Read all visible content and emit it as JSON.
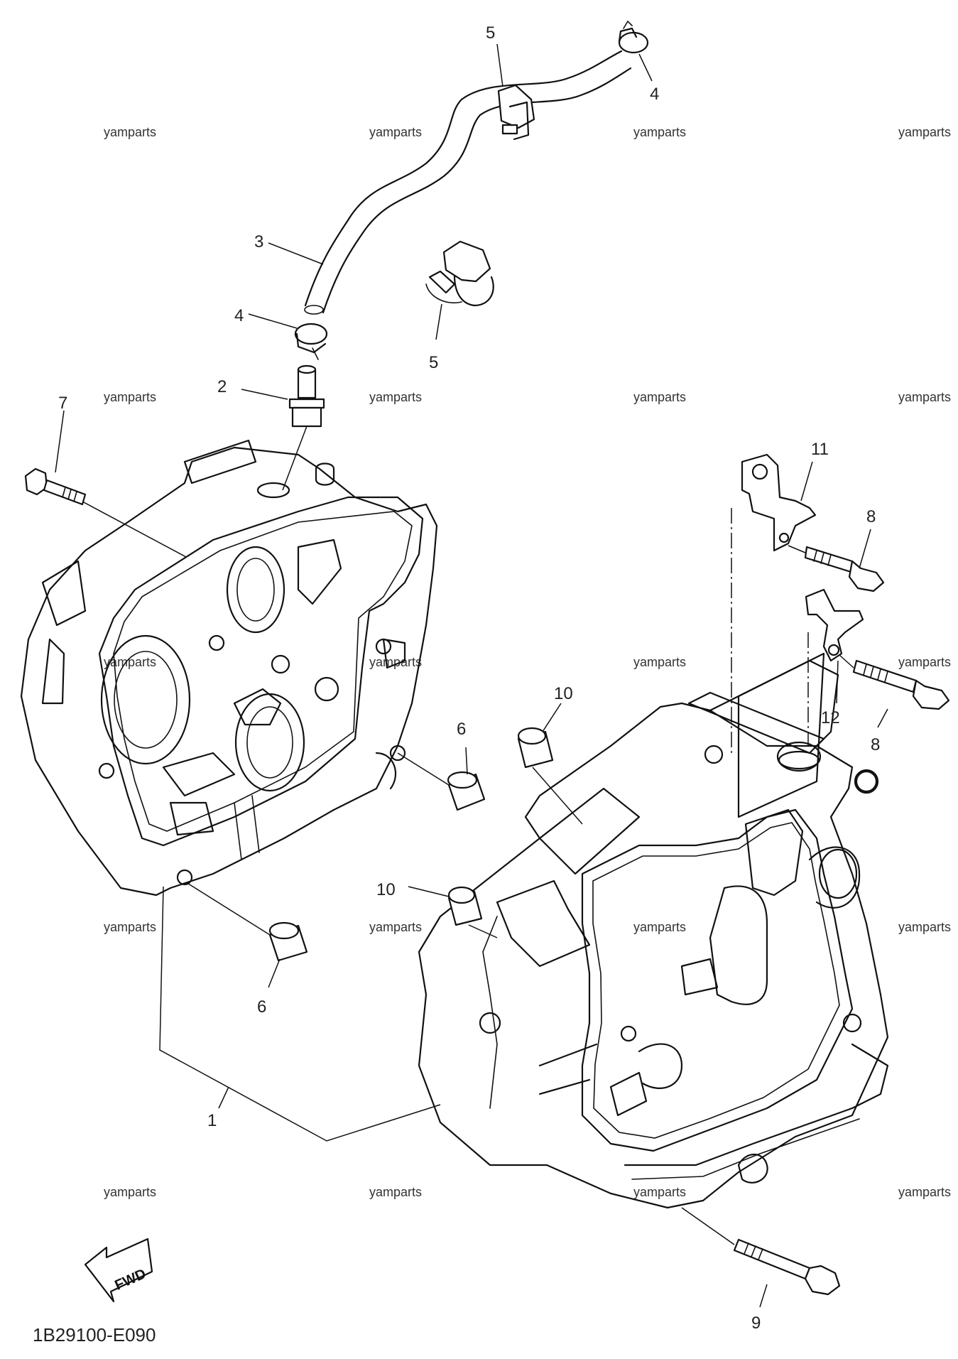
{
  "diagram_code": "1B29100-E090",
  "fwd_label": "FWD",
  "watermark": "yamparts",
  "callouts": [
    "1",
    "2",
    "3",
    "4",
    "4",
    "5",
    "5",
    "6",
    "6",
    "7",
    "8",
    "8",
    "9",
    "10",
    "10",
    "11",
    "12"
  ]
}
